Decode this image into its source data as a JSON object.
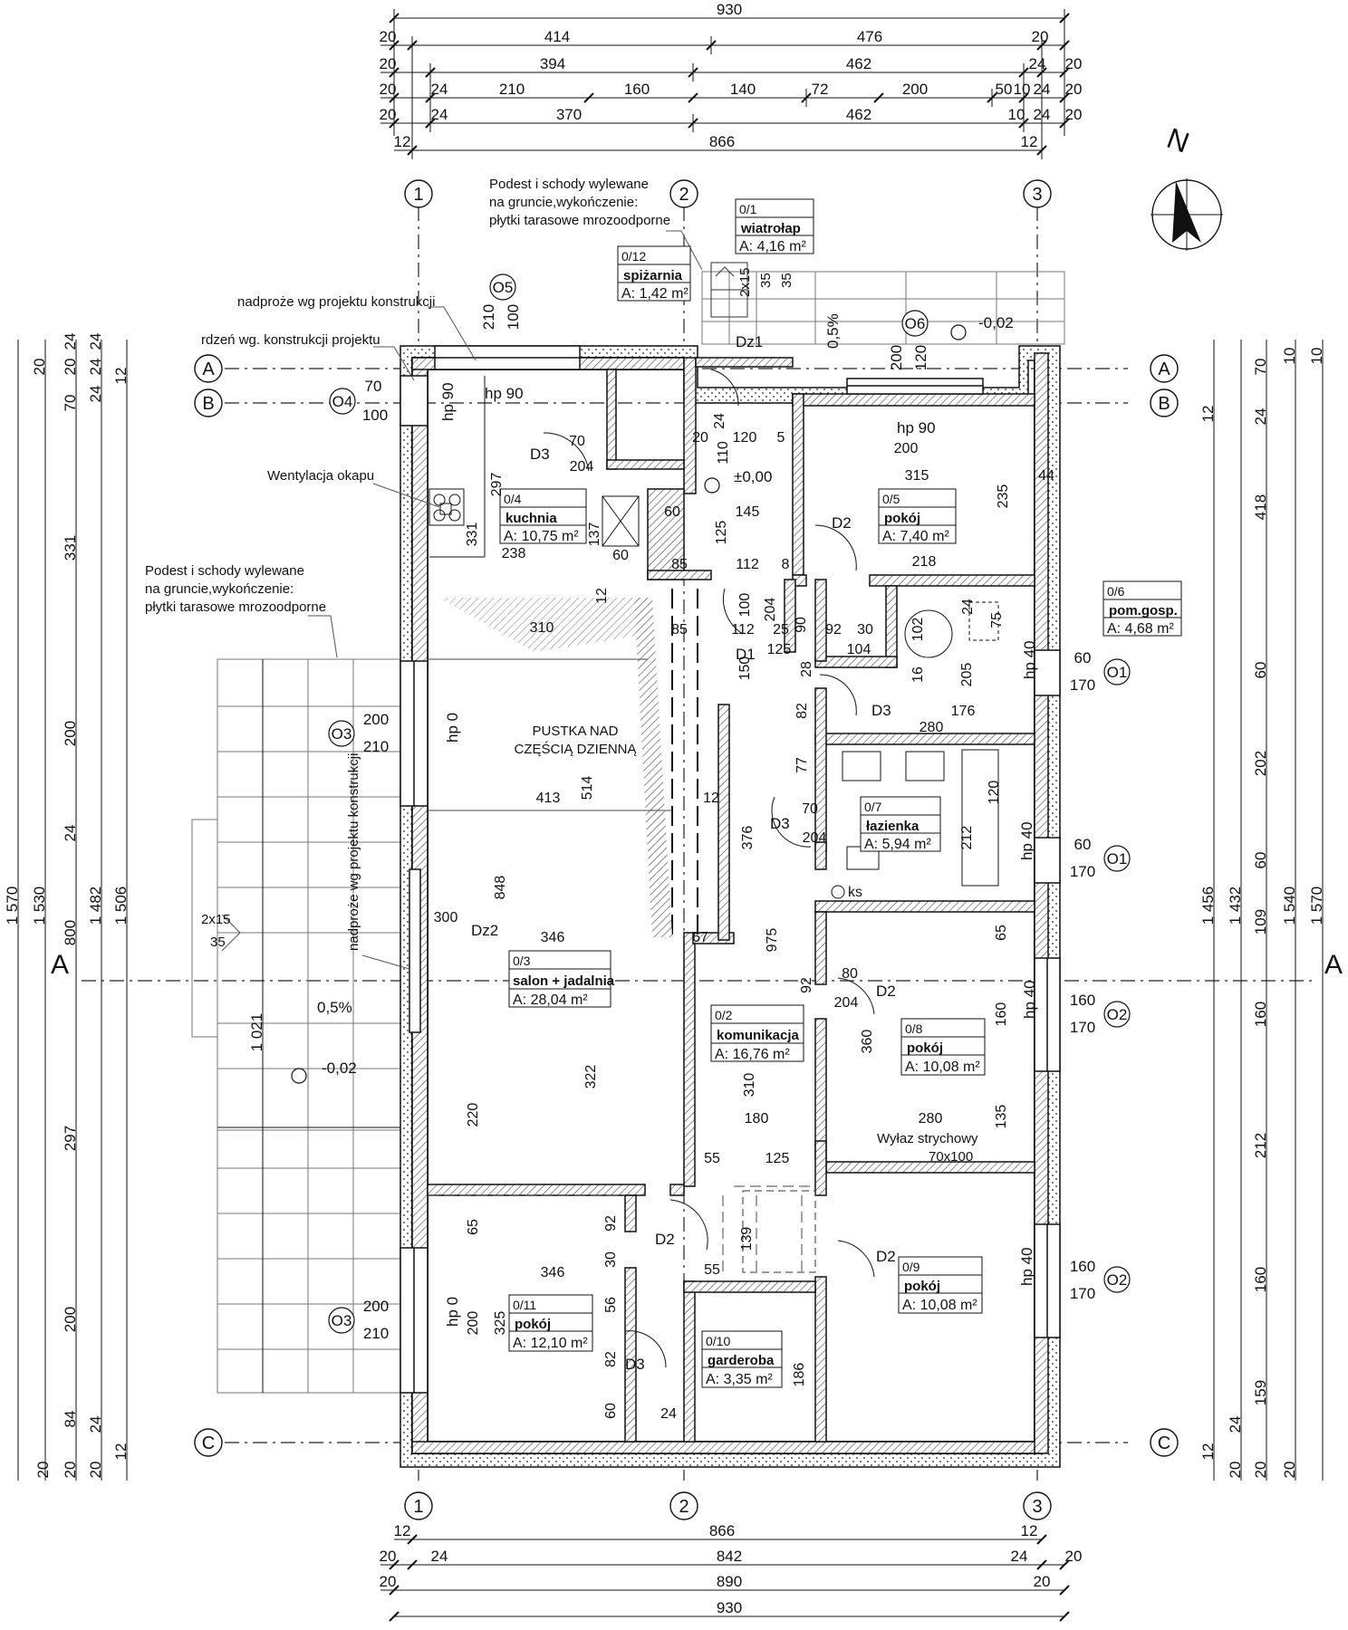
{
  "axes": {
    "vertical": [
      "1",
      "2",
      "3"
    ],
    "horizontal": [
      "A",
      "B",
      "C"
    ],
    "section": "A"
  },
  "north": "N",
  "top_dimensions": {
    "row1": [
      "930"
    ],
    "row2": [
      "20",
      "414",
      "476",
      "20"
    ],
    "row3": [
      "20",
      "394",
      "462",
      "24",
      "20"
    ],
    "row4": [
      "20",
      "24",
      "210",
      "160",
      "140",
      "72",
      "200",
      "50",
      "10",
      "24",
      "20"
    ],
    "row5": [
      "20",
      "24",
      "370",
      "462",
      "10",
      "24",
      "20"
    ],
    "row6": [
      "12",
      "866",
      "12"
    ]
  },
  "bottom_dimensions": {
    "row1": [
      "12",
      "866",
      "12"
    ],
    "row2": [
      "20",
      "24",
      "842",
      "24",
      "20"
    ],
    "row3": [
      "20",
      "890",
      "20"
    ],
    "row4": [
      "930"
    ]
  },
  "left_dimensions": {
    "col1": [
      "1 570"
    ],
    "col2": [
      "1 530"
    ],
    "col3": [
      "1 482"
    ],
    "col4": [
      "1 506"
    ],
    "chain": [
      "20",
      "70",
      "331",
      "200",
      "24",
      "800",
      "1 021",
      "297",
      "200",
      "84",
      "20"
    ],
    "chain2": [
      "24",
      "24",
      "24",
      "20"
    ],
    "chain3": [
      "20",
      "24",
      "12",
      "12",
      "24",
      "20"
    ]
  },
  "right_dimensions": {
    "col1": [
      "1 456"
    ],
    "col2": [
      "1 432"
    ],
    "col3": [
      "1 540"
    ],
    "col4": [
      "1 570"
    ],
    "chain": [
      "70",
      "24",
      "418",
      "60",
      "202",
      "60",
      "109",
      "160",
      "212",
      "160",
      "159",
      "24",
      "20"
    ],
    "chain2": [
      "10",
      "10",
      "12",
      "20",
      "20",
      "12"
    ]
  },
  "notes": {
    "podest_top": [
      "Podest i schody wylewane",
      "na gruncie,wykończenie:",
      "płytki tarasowe mrozoodporne"
    ],
    "podest_left": [
      "Podest i schody wylewane",
      "na gruncie,wykończenie:",
      "płytki tarasowe mrozoodporne"
    ],
    "nadproze": "nadproże wg projektu konstrukcji",
    "rdzen": "rdzeń wg. konstrukcji projektu",
    "wentylacja": "Wentylacja okapu",
    "nadproze_vertical": "nadproże wg projektu konstrukcji",
    "pustka": [
      "PUSTKA NAD",
      "CZĘŚCIĄ DZIENNĄ"
    ],
    "wylaz": [
      "Wyłaz strychowy",
      "70x100"
    ],
    "stairs": [
      "2x15",
      "35"
    ],
    "stairs_top": [
      "2x15",
      "35",
      "35"
    ],
    "slope_left": "0,5%",
    "slope_top": "0,5%",
    "level_left": "-0,02",
    "level_top": "-0,02",
    "level_zero": "±0,00"
  },
  "rooms": [
    {
      "no": "0/1",
      "name": "wiatrołap",
      "area": "A: 4,16 m²"
    },
    {
      "no": "0/12",
      "name": "spiżarnia",
      "area": "A: 1,42 m²"
    },
    {
      "no": "0/4",
      "name": "kuchnia",
      "area": "A: 10,75 m²"
    },
    {
      "no": "0/5",
      "name": "pokój",
      "area": "A: 7,40 m²"
    },
    {
      "no": "0/6",
      "name": "pom.gosp.",
      "area": "A: 4,68 m²"
    },
    {
      "no": "0/7",
      "name": "łazienka",
      "area": "A: 5,94 m²"
    },
    {
      "no": "0/3",
      "name": "salon + jadalnia",
      "area": "A: 28,04 m²"
    },
    {
      "no": "0/2",
      "name": "komunikacja",
      "area": "A: 16,76 m²"
    },
    {
      "no": "0/8",
      "name": "pokój",
      "area": "A: 10,08 m²"
    },
    {
      "no": "0/9",
      "name": "pokój",
      "area": "A: 10,08 m²"
    },
    {
      "no": "0/11",
      "name": "pokój",
      "area": "A: 12,10 m²"
    },
    {
      "no": "0/10",
      "name": "garderoba",
      "area": "A: 3,35 m²"
    }
  ],
  "windows": [
    {
      "tag": "O5",
      "w": "210",
      "h": "100"
    },
    {
      "tag": "O6",
      "w": "200",
      "h": "120"
    },
    {
      "tag": "O4",
      "w": "70",
      "h": "100"
    },
    {
      "tag": "O3",
      "w": "200",
      "h": "210"
    },
    {
      "tag": "O3",
      "w": "200",
      "h": "210"
    },
    {
      "tag": "O1",
      "w": "60",
      "h": "170"
    },
    {
      "tag": "O1",
      "w": "60",
      "h": "170"
    },
    {
      "tag": "O2",
      "w": "160",
      "h": "170"
    },
    {
      "tag": "O2",
      "w": "160",
      "h": "170"
    }
  ],
  "sill_heights": [
    "hp 90",
    "hp 90",
    "hp 90",
    "hp 0",
    "hp 0",
    "hp 40",
    "hp 40",
    "hp 40",
    "hp 40"
  ],
  "doors": [
    "Dz1",
    "Dz2",
    "D1",
    "D2",
    "D2",
    "D2",
    "D2",
    "D3",
    "D3",
    "D3",
    "D3",
    "D3"
  ],
  "inner_dims": [
    "70",
    "204",
    "120",
    "5",
    "20",
    "24",
    "110",
    "145",
    "125",
    "112",
    "8",
    "85",
    "85",
    "60",
    "238",
    "137",
    "331",
    "297",
    "310",
    "112",
    "25",
    "90",
    "125",
    "104",
    "92",
    "30",
    "102",
    "24",
    "75",
    "16",
    "205",
    "176",
    "280",
    "82",
    "77",
    "120",
    "212",
    "70",
    "204",
    "376",
    "514",
    "413",
    "12",
    "848",
    "300",
    "346",
    "67",
    "975",
    "80",
    "204",
    "92",
    "360",
    "280",
    "160",
    "135",
    "65",
    "310",
    "180",
    "125",
    "55",
    "322",
    "220",
    "346",
    "325",
    "200",
    "65",
    "30",
    "92",
    "56",
    "82",
    "60",
    "186",
    "139",
    "24",
    "55",
    "200",
    "315",
    "218",
    "235",
    "44",
    "28",
    "150",
    "100",
    "204",
    "12",
    "60",
    "ks"
  ]
}
